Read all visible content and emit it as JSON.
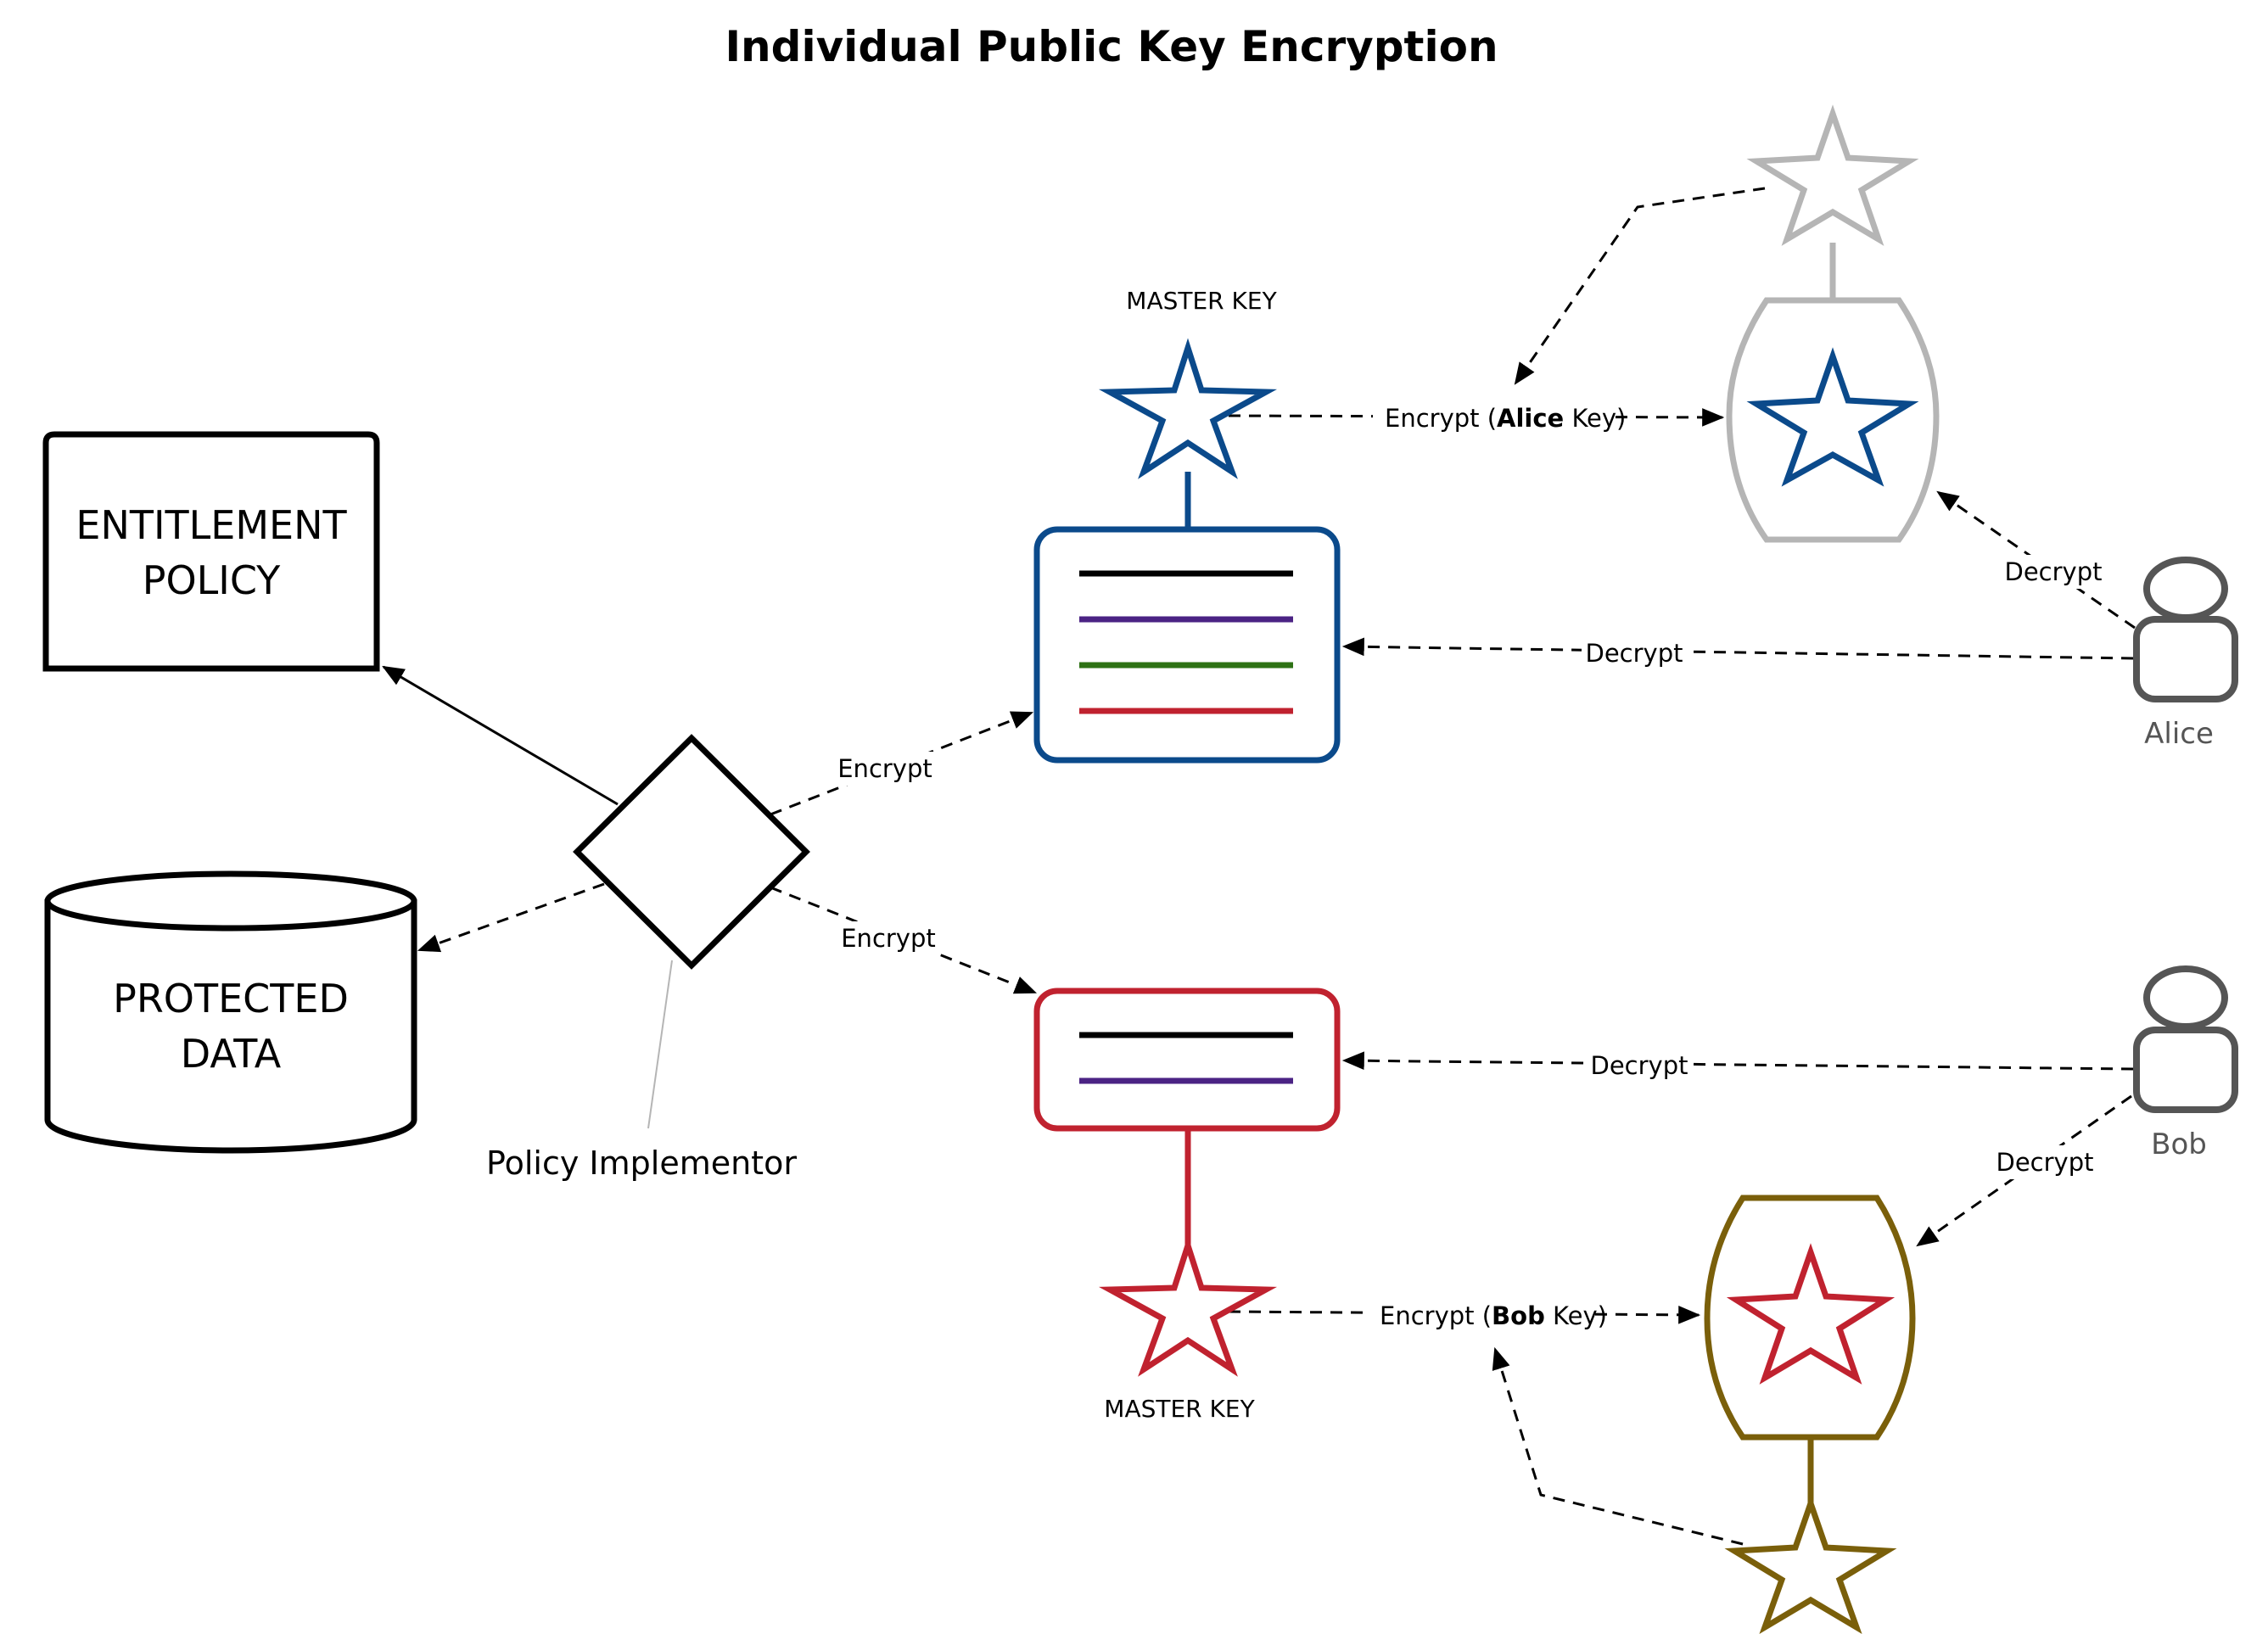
{
  "title": "Individual Public Key Encryption",
  "nodes": {
    "entitlement_policy": {
      "lines": [
        "ENTITLEMENT",
        "POLICY"
      ]
    },
    "protected_data": {
      "lines": [
        "PROTECTED",
        "DATA"
      ]
    },
    "policy_implementor": {
      "label": "Policy Implementor"
    },
    "alice": {
      "label": "Alice"
    },
    "bob": {
      "label": "Bob"
    },
    "master_key_top": {
      "label": "MASTER KEY"
    },
    "master_key_bottom": {
      "label": "MASTER KEY"
    }
  },
  "edges": {
    "encrypt_top": "Encrypt",
    "encrypt_bottom": "Encrypt",
    "encrypt_alice_prefix": "Encrypt (",
    "encrypt_alice_name": "Alice",
    "encrypt_alice_suffix": " Key)",
    "encrypt_bob_prefix": "Encrypt (",
    "encrypt_bob_name": "Bob",
    "encrypt_bob_suffix": " Key)",
    "alice_decrypt_doc": "Decrypt",
    "alice_decrypt_box": "Decrypt",
    "bob_decrypt_doc": "Decrypt",
    "bob_decrypt_box": "Decrypt"
  },
  "colors": {
    "blue": "#0b4a8b",
    "red": "#c0222f",
    "gray": "#b5b5b5",
    "olive": "#7a5f0a",
    "person": "#555555",
    "purple": "#4b2384",
    "green": "#2e7215",
    "black": "#000000"
  }
}
